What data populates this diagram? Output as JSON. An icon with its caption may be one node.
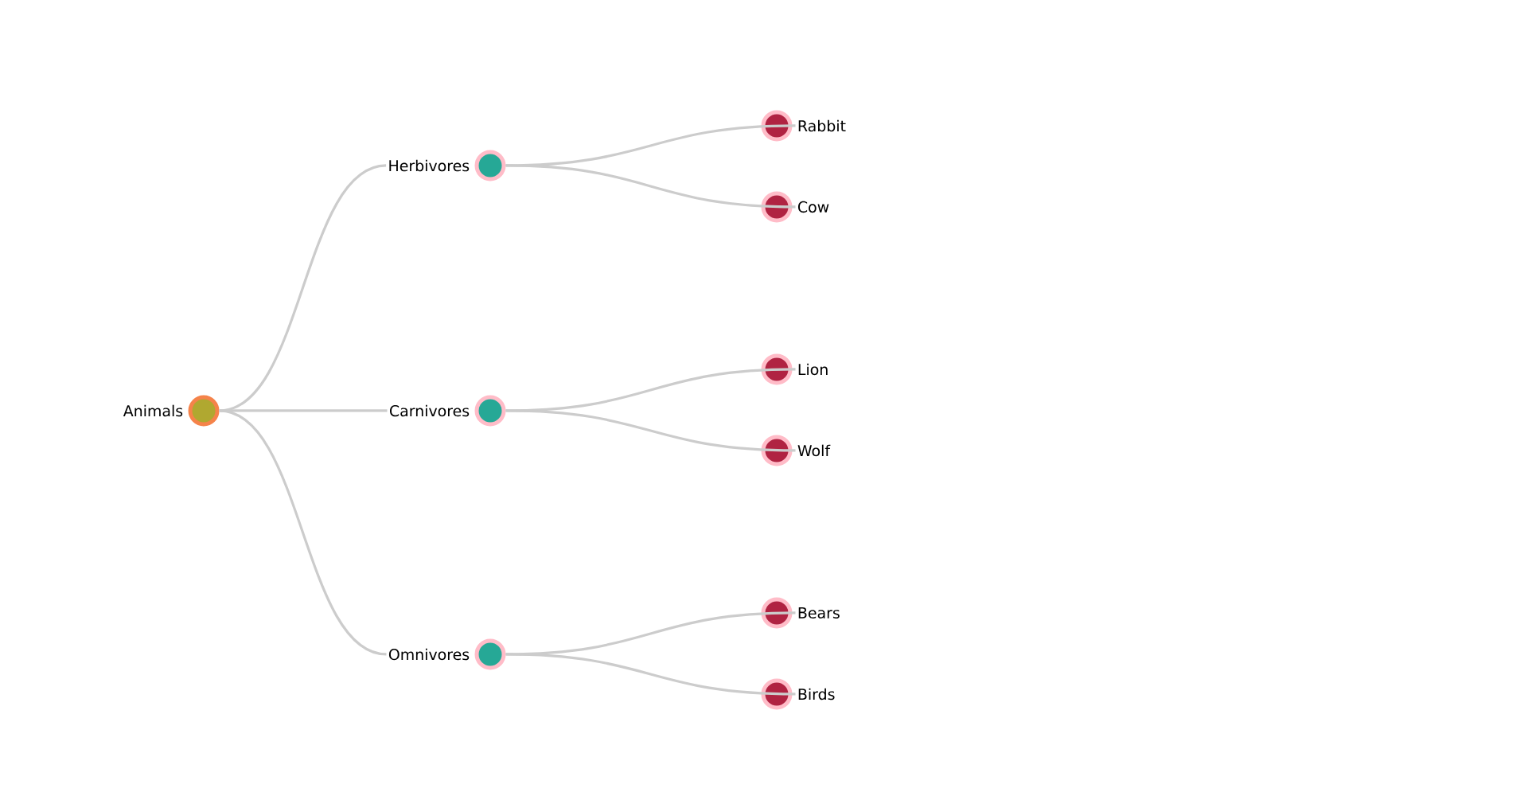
{
  "diagram": {
    "nodes": [
      {
        "text": [
          "Animals"
        ]
      },
      {
        "text": [
          "Herbivores"
        ]
      },
      {
        "text": [
          "Carnivores"
        ]
      },
      {
        "text": [
          "Omnivores"
        ]
      },
      {
        "text": [
          "Rabbit"
        ]
      },
      {
        "text": [
          "Cow"
        ]
      },
      {
        "text": [
          "Lion"
        ]
      },
      {
        "text": [
          "Wolf"
        ]
      },
      {
        "text": [
          "Bears"
        ]
      },
      {
        "text": [
          "Birds"
        ]
      }
    ],
    "edges": [
      {
        "from": 0,
        "to": 1,
        "arrow": "none"
      },
      {
        "from": 0,
        "to": 2,
        "arrow": "none"
      },
      {
        "from": 0,
        "to": 3,
        "arrow": "none"
      },
      {
        "from": 1,
        "to": 4,
        "arrow": "none"
      },
      {
        "from": 1,
        "to": 5,
        "arrow": "none"
      },
      {
        "from": 2,
        "to": 6,
        "arrow": "none"
      },
      {
        "from": 2,
        "to": 7,
        "arrow": "none"
      },
      {
        "from": 3,
        "to": 8,
        "arrow": "none"
      },
      {
        "from": 3,
        "to": 9,
        "arrow": "none"
      }
    ]
  }
}
